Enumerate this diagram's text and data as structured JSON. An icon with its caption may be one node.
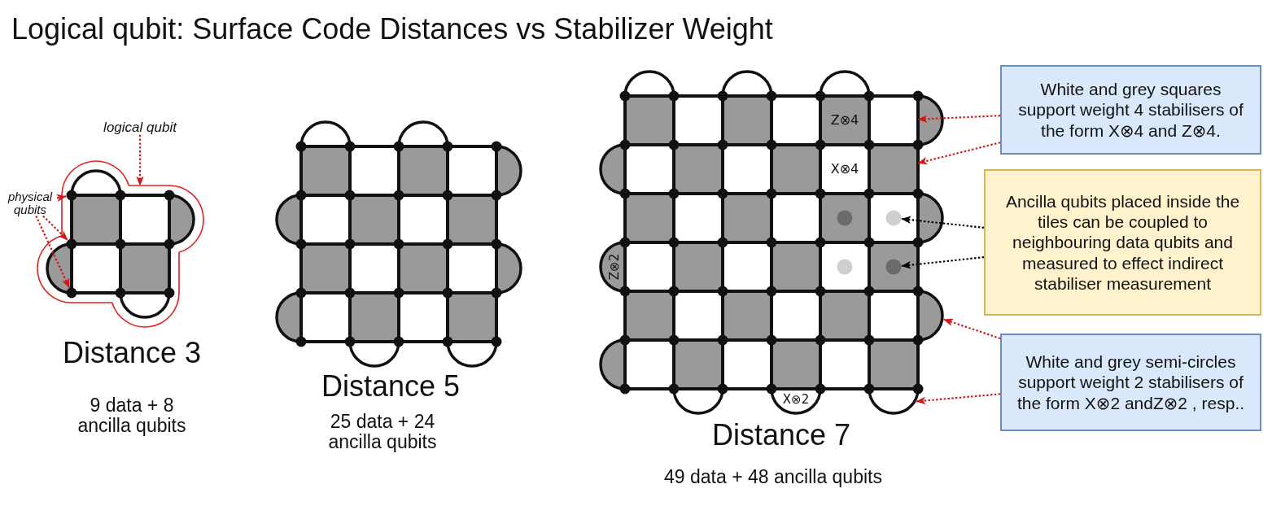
{
  "diagram": {
    "title": "Logical qubit: Surface Code Distances vs Stabilizer Weight",
    "nodes": [
      {
        "text": [
          "logical qubit"
        ]
      },
      {
        "text": [],
        "shape": "outline"
      },
      {
        "text": [
          "physical qubits"
        ]
      },
      {
        "text": [],
        "shape": "circle",
        "in": 1
      },
      {
        "text": [],
        "shape": "circle",
        "in": 1
      },
      {
        "text": [],
        "shape": "circle",
        "in": 1
      },
      {
        "text": [
          "White and grey squares support weight 4 stabilisers of the form X⊗4 and Z⊗4."
        ]
      },
      {
        "text": [],
        "shape": "box"
      },
      {
        "text": [],
        "shape": "box"
      },
      {
        "text": [
          "Ancilla qubits placed inside the tiles can be coupled to neighbouring data qubits and measured to effect indirect stabiliser measurement"
        ]
      },
      {
        "text": [],
        "shape": "circle"
      },
      {
        "text": [],
        "shape": "circle"
      },
      {
        "text": [
          "White and grey semi-circles support weight 2 stabilisers of the form X⊗2 andZ⊗2 , resp.."
        ]
      },
      {
        "text": [],
        "shape": "semicircle"
      },
      {
        "text": [],
        "shape": "semicircle"
      },
      {
        "text": [],
        "shape": "circle"
      },
      {
        "text": [],
        "shape": "circle"
      }
    ],
    "edges": [
      {
        "from": 0,
        "to": 1,
        "arrow": "to",
        "style": "dashed"
      },
      {
        "from": 2,
        "to": 3,
        "arrow": "to",
        "style": "dashed"
      },
      {
        "from": 2,
        "to": 4,
        "arrow": "to",
        "style": "dashed"
      },
      {
        "from": 2,
        "to": 5,
        "arrow": "to",
        "style": "dashed"
      },
      {
        "from": 6,
        "to": 7,
        "arrow": "to",
        "style": "dashed"
      },
      {
        "from": 6,
        "to": 8,
        "arrow": "to",
        "style": "dashed"
      },
      {
        "from": 9,
        "to": 10,
        "arrow": "to",
        "style": "dashed",
        "color": "#000000"
      },
      {
        "from": 9,
        "to": 11,
        "arrow": "to",
        "style": "dashed",
        "color": "#000000"
      },
      {
        "from": 12,
        "to": 13,
        "arrow": "to",
        "style": "dashed"
      },
      {
        "from": 12,
        "to": 14,
        "arrow": "to",
        "style": "dashed"
      }
    ],
    "labels": [
      "Distance 3",
      "9 data + 8 ancilla qubits",
      "Distance 5",
      "25 data + 24 ancilla qubits",
      "Z⊗4",
      "X⊗4",
      "Z⊗2",
      "X⊗2",
      "Distance 7",
      "49 data + 48 ancilla qubits"
    ]
  }
}
